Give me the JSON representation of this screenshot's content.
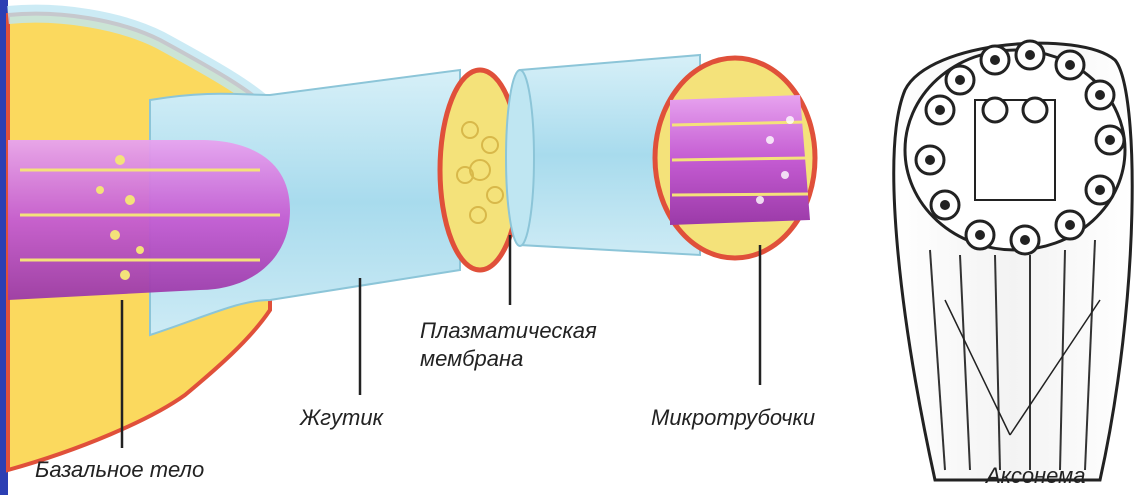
{
  "labels": {
    "basal_body": "Базальное тело",
    "flagellum": "Жгутик",
    "plasma_membrane_line1": "Плазматическая",
    "plasma_membrane_line2": "мембрана",
    "microtubules": "Микротрубочки",
    "axoneme": "Аксонема"
  },
  "colors": {
    "cell_body": "#f7d96a",
    "membrane": "#e0503a",
    "flagellum_sheath": "#bfe6f2",
    "microtubule": "#c45bd2",
    "dynein_arms": "#f4e27a",
    "frame": "#2c3fb3"
  }
}
